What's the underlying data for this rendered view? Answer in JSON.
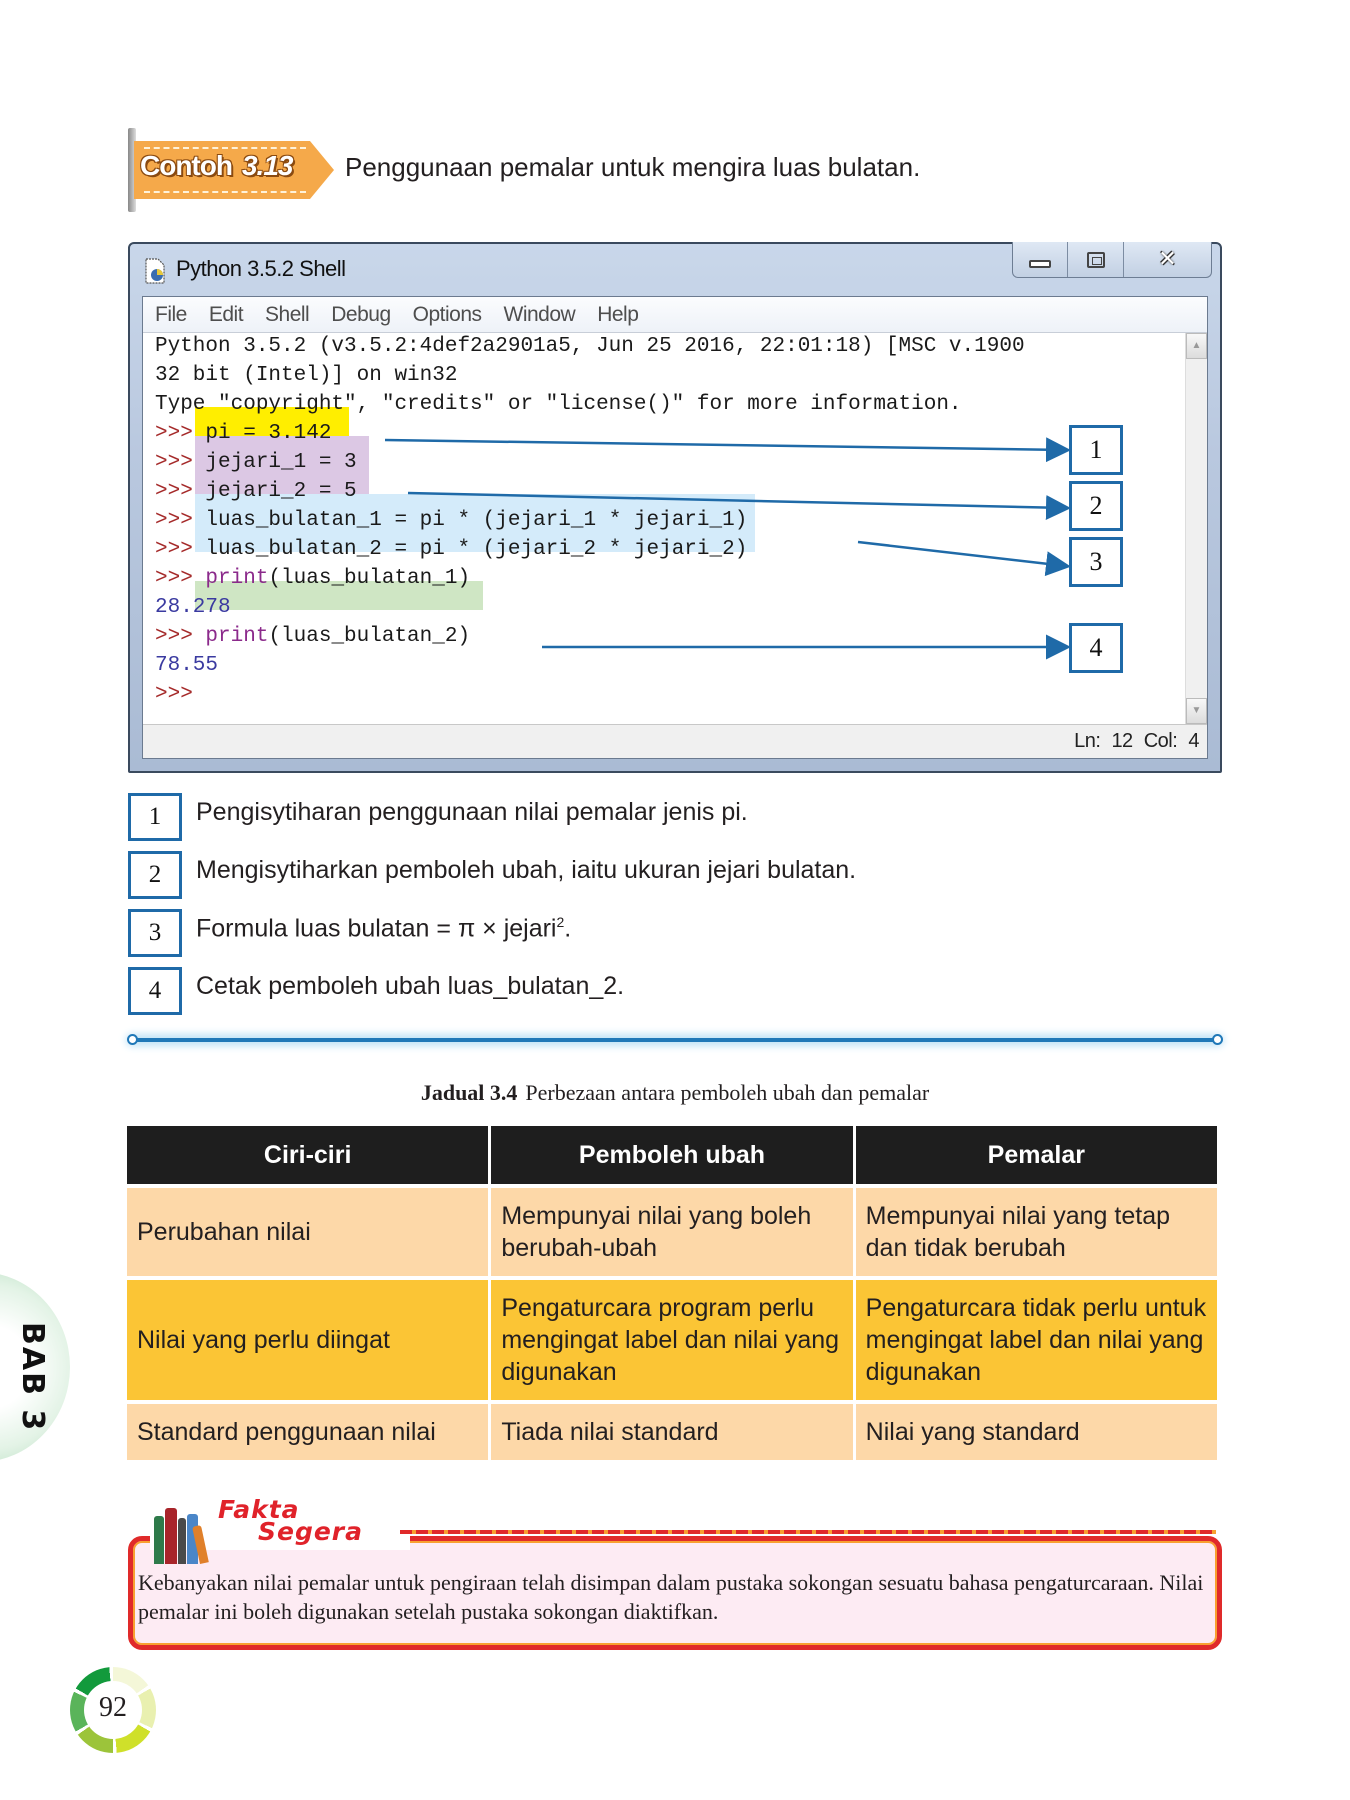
{
  "example": {
    "tag_word": "Contoh",
    "tag_number": "3.13",
    "title": "Penggunaan pemalar untuk mengira luas bulatan."
  },
  "shell_window": {
    "title": "Python 3.5.2 Shell",
    "menu": [
      "File",
      "Edit",
      "Shell",
      "Debug",
      "Options",
      "Window",
      "Help"
    ],
    "lines": [
      {
        "prompt": "",
        "text": "Python 3.5.2 (v3.5.2:4def2a2901a5, Jun 25 2016, 22:01:18) [MSC v.1900",
        "type": "banner"
      },
      {
        "prompt": "",
        "text": "32 bit (Intel)] on win32",
        "type": "banner"
      },
      {
        "prompt": "",
        "text": "Type \"copyright\", \"credits\" or \"license()\" for more information.",
        "type": "banner"
      },
      {
        "prompt": ">>> ",
        "text": "pi = 3.142",
        "type": "input",
        "highlight": "#ffee00"
      },
      {
        "prompt": ">>> ",
        "text": "jejari_1 = 3",
        "type": "input",
        "highlight": "#dcc8e4"
      },
      {
        "prompt": ">>> ",
        "text": "jejari_2 = 5",
        "type": "input",
        "highlight": "#dcc8e4"
      },
      {
        "prompt": ">>> ",
        "text": "luas_bulatan_1 = pi * (jejari_1 * jejari_1)",
        "type": "input",
        "highlight": "#d4ebfa"
      },
      {
        "prompt": ">>> ",
        "text": "luas_bulatan_2 = pi * (jejari_2 * jejari_2)",
        "type": "input",
        "highlight": "#d4ebfa"
      },
      {
        "prompt": ">>> ",
        "text_kw": "print",
        "text": "(luas_bulatan_1)",
        "type": "input"
      },
      {
        "prompt": "",
        "text": "28.278",
        "type": "output"
      },
      {
        "prompt": ">>> ",
        "text_kw": "print",
        "text": "(luas_bulatan_2)",
        "type": "input",
        "highlight": "#cfe6c4"
      },
      {
        "prompt": "",
        "text": "78.55",
        "type": "output"
      },
      {
        "prompt": ">>>",
        "text": "",
        "type": "input"
      }
    ],
    "status": "Ln: 12   Col: 4"
  },
  "callouts": [
    "1",
    "2",
    "3",
    "4"
  ],
  "legend": [
    {
      "num": "1",
      "text": "Pengisytiharan penggunaan nilai pemalar jenis pi."
    },
    {
      "num": "2",
      "text": "Mengisytiharkan pemboleh ubah, iaitu ukuran jejari bulatan."
    },
    {
      "num": "3",
      "text": "Formula luas bulatan = π × jejari",
      "sup": "2",
      "tail": "."
    },
    {
      "num": "4",
      "text": "Cetak pemboleh ubah luas_bulatan_2."
    }
  ],
  "table": {
    "caption_label": "Jadual 3.4",
    "caption_text": "Perbezaan antara pemboleh ubah dan pemalar",
    "headers": [
      "Ciri-ciri",
      "Pemboleh ubah",
      "Pemalar"
    ],
    "rows": [
      [
        "Perubahan nilai",
        "Mempunyai nilai yang boleh berubah-ubah",
        "Mempunyai nilai yang tetap dan tidak berubah"
      ],
      [
        "Nilai yang perlu diingat",
        "Pengaturcara program perlu mengingat label dan nilai yang digunakan",
        "Pengaturcara tidak perlu untuk mengingat label dan nilai yang digunakan"
      ],
      [
        "Standard penggunaan nilai",
        "Tiada nilai standard",
        "Nilai yang standard"
      ]
    ]
  },
  "chapter_tab": "BAB 3",
  "fact_box": {
    "title_line1": "Fakta",
    "title_line2": "Segera",
    "text": "Kebanyakan nilai pemalar untuk pengiraan telah disimpan dalam pustaka sokongan sesuatu bahasa pengaturcaraan. Nilai pemalar ini boleh digunakan setelah pustaka sokongan diaktifkan."
  },
  "page_number": "92",
  "colors": {
    "callout_blue": "#1f6aa8",
    "tag_orange": "#f5a94a",
    "table_header": "#1e1e1e",
    "row_light": "#fdd8a8",
    "row_dark": "#fbc535",
    "fact_red": "#e02a2a"
  }
}
